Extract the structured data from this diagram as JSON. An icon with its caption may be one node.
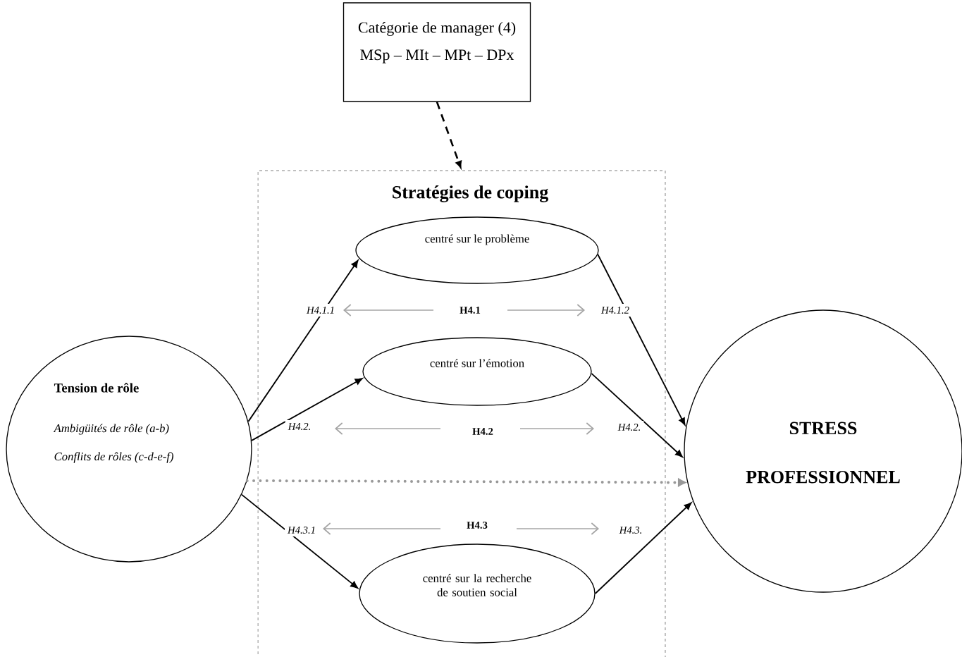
{
  "diagram": {
    "nodes": [
      {
        "text": [
          "Catégorie de manager (4)",
          "MSp – MIt – MPt – DPx"
        ]
      },
      {
        "text": [
          "Stratégies de coping"
        ]
      },
      {
        "text": [
          "centré sur le problème"
        ],
        "in": 1
      },
      {
        "text": [
          "centré sur l’émotion"
        ],
        "in": 1
      },
      {
        "text": [
          "centré sur la recherche de soutien social"
        ],
        "in": 1
      },
      {
        "text": [
          "Tension de rôle",
          "*Ambigüités de rôle (a-b)*",
          "*Conflits de rôles (c-d-e-f)*"
        ]
      },
      {
        "text": [
          "STRESS PROFESSIONNEL"
        ]
      }
    ],
    "edges": [
      {
        "from": 0,
        "to": 1,
        "arrow": "to",
        "style": "dashed"
      },
      {
        "from": 5,
        "to": 2,
        "arrow": "to",
        "label": "H4.1.1"
      },
      {
        "from": 2,
        "to": 6,
        "arrow": "to",
        "label": "H4.1.2"
      },
      {
        "from": 5,
        "to": 3,
        "arrow": "to",
        "label": "H4.2."
      },
      {
        "from": 3,
        "to": 6,
        "arrow": "to",
        "label": "H4.2."
      },
      {
        "from": 5,
        "to": 4,
        "arrow": "to",
        "label": "H4.3.1"
      },
      {
        "from": 4,
        "to": 6,
        "arrow": "to",
        "label": "H4.3."
      },
      {
        "from": 5,
        "to": 6,
        "arrow": "to",
        "style": "dashed",
        "color": "#999999"
      }
    ],
    "labels": [
      "H4.1",
      "H4.2",
      "H4.3"
    ]
  }
}
